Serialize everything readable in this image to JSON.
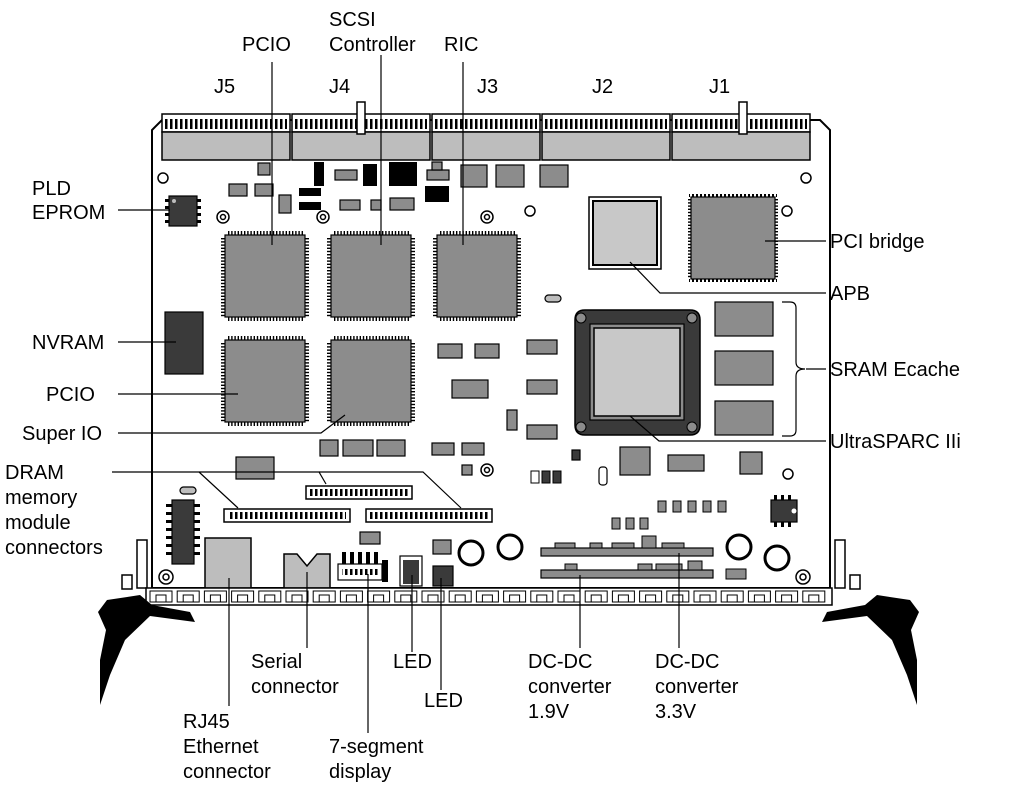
{
  "connectors": {
    "j5": "J5",
    "j4": "J4",
    "j3": "J3",
    "j2": "J2",
    "j1": "J1"
  },
  "labels": {
    "pcio_top": "PCIO",
    "scsi_line1": "SCSI",
    "scsi_line2": "Controller",
    "ric": "RIC",
    "pld_line1": "PLD",
    "pld_line2": "EPROM",
    "pci_bridge": "PCI bridge",
    "apb": "APB",
    "nvram": "NVRAM",
    "pcio_left": "PCIO",
    "sram_ecache": "SRAM Ecache",
    "super_io": "Super IO",
    "ultrasparc": "UltraSPARC IIi",
    "dram_line1": "DRAM",
    "dram_line2": "memory",
    "dram_line3": "module",
    "dram_line4": "connectors",
    "serial_line1": "Serial",
    "serial_line2": "connector",
    "led_1": "LED",
    "led_2": "LED",
    "dcdc19_line1": "DC-DC",
    "dcdc19_line2": "converter",
    "dcdc19_line3": "1.9V",
    "dcdc33_line1": "DC-DC",
    "dcdc33_line2": "converter",
    "dcdc33_line3": "3.3V",
    "rj45_line1": "RJ45",
    "rj45_line2": "Ethernet",
    "rj45_line3": "connector",
    "seg_line1": "7-segment",
    "seg_line2": "display"
  },
  "colors": {
    "board": "#ffffff",
    "chip": "#8c8c8c",
    "chip_light": "#c8c8c8",
    "dark": "#3a3a3a",
    "connector": "#bdbdbd",
    "line": "#000000"
  }
}
